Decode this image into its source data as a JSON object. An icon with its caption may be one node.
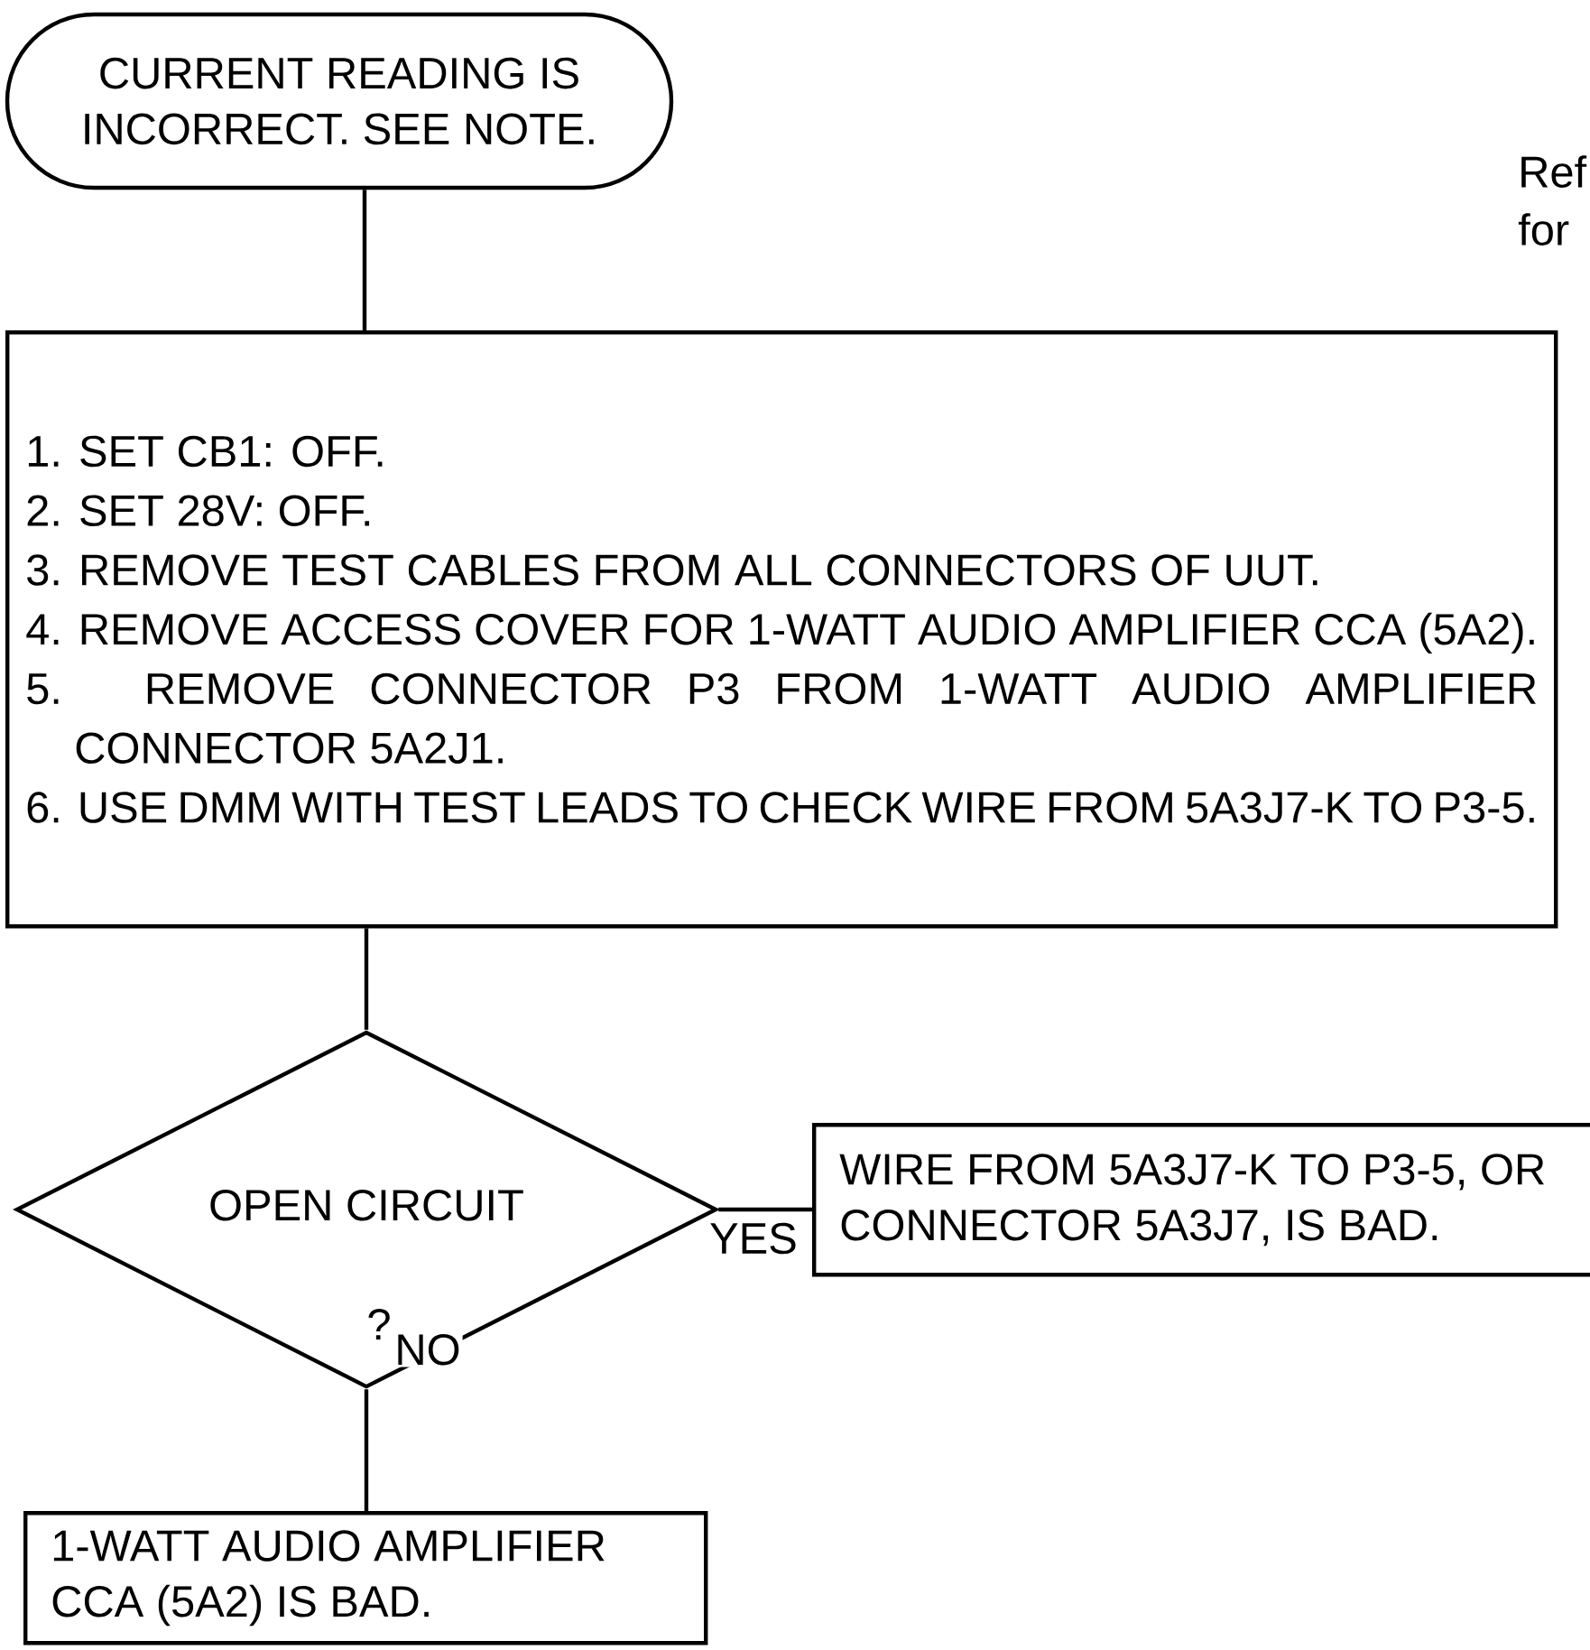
{
  "diagram": {
    "nodes": [
      {
        "text": [
          "CURRENT READING IS INCORRECT. SEE NOTE."
        ]
      },
      {
        "text": [
          "1. SET CB1: OFF.",
          "2. SET 28V: OFF.",
          "3. REMOVE TEST CABLES FROM ALL CONNECTORS OF UUT.",
          "4. REMOVE ACCESS COVER FOR 1-WATT AUDIO AMPLIFIER CCA (5A2).",
          "5. REMOVE CONNECTOR P3 FROM 1-WATT AUDIO AMPLIFIER CONNECTOR 5A2J1.",
          "6. USE DMM WITH TEST LEADS TO CHECK WIRE FROM 5A3J7-K TO P3-5."
        ]
      },
      {
        "text": [
          "OPEN CIRCUIT",
          "?"
        ]
      },
      {
        "text": [
          "WIRE FROM 5A3J7-K TO P3-5, OR CONNECTOR 5A3J7, IS BAD."
        ]
      },
      {
        "text": [
          "1-WATT AUDIO AMPLIFIER CCA (5A2) IS BAD."
        ]
      }
    ],
    "edges": [
      {
        "from": 0,
        "to": 1,
        "arrow": "none"
      },
      {
        "from": 1,
        "to": 2,
        "arrow": "none"
      },
      {
        "from": 2,
        "to": 3,
        "arrow": "none",
        "label": "YES"
      },
      {
        "from": 2,
        "to": 4,
        "arrow": "none",
        "label": "NO"
      }
    ],
    "labels": [
      "Ref",
      "for"
    ]
  }
}
